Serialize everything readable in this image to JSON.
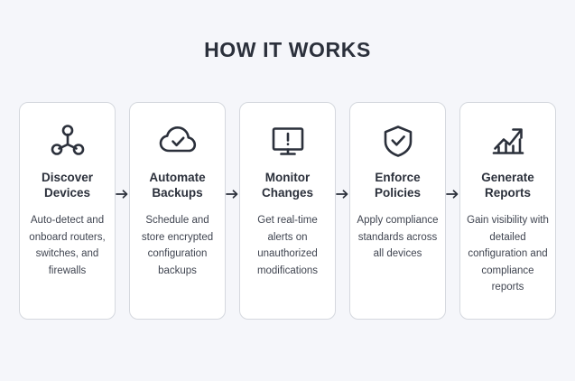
{
  "page": {
    "title": "HOW IT WORKS",
    "background_color": "#f5f6fa",
    "card_background_color": "#ffffff",
    "card_border_color": "#d5d8de",
    "title_color": "#2b303b",
    "body_text_color": "#3f4450",
    "icon_color": "#2b303b"
  },
  "steps": [
    {
      "icon": "network-hub-icon",
      "title": "Discover Devices",
      "title_line1": "Discover",
      "title_line2": "Devices",
      "description": "Auto-detect and onboard routers, switches, and firewalls"
    },
    {
      "icon": "cloud-check-icon",
      "title": "Automate Backups",
      "title_line1": "Automate",
      "title_line2": "Backups",
      "description": "Schedule and store encrypted configuration backups"
    },
    {
      "icon": "monitor-alert-icon",
      "title": "Monitor Changes",
      "title_line1": "Monitor",
      "title_line2": "Changes",
      "description": "Get real-time alerts on unauthorized modifications"
    },
    {
      "icon": "shield-check-icon",
      "title": "Enforce Policies",
      "title_line1": "Enforce",
      "title_line2": "Policies",
      "description": "Apply compliance standards across all devices"
    },
    {
      "icon": "growth-chart-icon",
      "title": "Generate Reports",
      "title_line1": "Generate",
      "title_line2": "Reports",
      "description": "Gain visibility with detailed configuration and compliance reports"
    }
  ],
  "connectors": [
    {
      "name": "arrow-right-icon"
    },
    {
      "name": "arrow-right-icon"
    },
    {
      "name": "arrow-right-icon"
    },
    {
      "name": "arrow-right-icon"
    }
  ]
}
